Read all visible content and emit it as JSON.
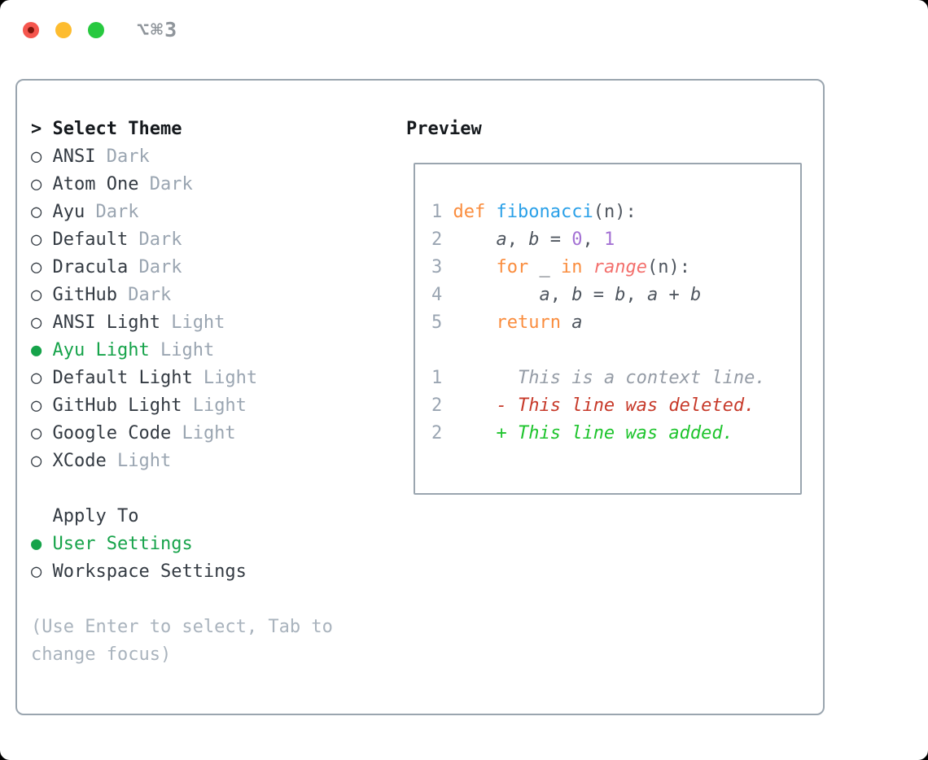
{
  "titlebar": {
    "shortcut": "⌥⌘3"
  },
  "panel": {
    "theme_menu": {
      "header_marker": "> ",
      "header": "Select Theme",
      "radio_glyph": "○ ",
      "radio_selected_glyph": "● ",
      "items": [
        {
          "name": "ANSI",
          "variant": "Dark",
          "selected": false
        },
        {
          "name": "Atom One",
          "variant": "Dark",
          "selected": false
        },
        {
          "name": "Ayu",
          "variant": "Dark",
          "selected": false
        },
        {
          "name": "Default",
          "variant": "Dark",
          "selected": false
        },
        {
          "name": "Dracula",
          "variant": "Dark",
          "selected": false
        },
        {
          "name": "GitHub",
          "variant": "Dark",
          "selected": false
        },
        {
          "name": "ANSI Light",
          "variant": "Light",
          "selected": false
        },
        {
          "name": "Ayu Light",
          "variant": "Light",
          "selected": true
        },
        {
          "name": "Default Light",
          "variant": "Light",
          "selected": false
        },
        {
          "name": "GitHub Light",
          "variant": "Light",
          "selected": false
        },
        {
          "name": "Google Code",
          "variant": "Light",
          "selected": false
        },
        {
          "name": "XCode",
          "variant": "Light",
          "selected": false
        }
      ]
    },
    "apply_to": {
      "header": "Apply To",
      "options": [
        {
          "label": "User Settings",
          "selected": true
        },
        {
          "label": "Workspace Settings",
          "selected": false
        }
      ]
    },
    "hint_lines": [
      "(Use Enter to select, Tab to",
      "change focus)"
    ],
    "preview": {
      "header": "Preview",
      "lines": [
        [
          {
            "t": "1 ",
            "c": "ln"
          },
          {
            "t": "def",
            "c": "kw"
          },
          {
            "t": " ",
            "c": "pl"
          },
          {
            "t": "fibonacci",
            "c": "fn"
          },
          {
            "t": "(n):",
            "c": "pl"
          }
        ],
        [
          {
            "t": "2 ",
            "c": "ln"
          },
          {
            "t": "    ",
            "c": "pl"
          },
          {
            "t": "a",
            "c": "pl",
            "i": true
          },
          {
            "t": ", ",
            "c": "pl"
          },
          {
            "t": "b",
            "c": "pl",
            "i": true
          },
          {
            "t": " = ",
            "c": "pl"
          },
          {
            "t": "0",
            "c": "num"
          },
          {
            "t": ", ",
            "c": "pl"
          },
          {
            "t": "1",
            "c": "num"
          }
        ],
        [
          {
            "t": "3 ",
            "c": "ln"
          },
          {
            "t": "    ",
            "c": "pl"
          },
          {
            "t": "for",
            "c": "kw"
          },
          {
            "t": " _ ",
            "c": "pl"
          },
          {
            "t": "in",
            "c": "kw"
          },
          {
            "t": " ",
            "c": "pl"
          },
          {
            "t": "range",
            "c": "call",
            "i": true
          },
          {
            "t": "(n):",
            "c": "pl"
          }
        ],
        [
          {
            "t": "4 ",
            "c": "ln"
          },
          {
            "t": "        ",
            "c": "pl"
          },
          {
            "t": "a",
            "c": "pl",
            "i": true
          },
          {
            "t": ", ",
            "c": "pl"
          },
          {
            "t": "b",
            "c": "pl",
            "i": true
          },
          {
            "t": " = ",
            "c": "pl"
          },
          {
            "t": "b",
            "c": "pl",
            "i": true
          },
          {
            "t": ", ",
            "c": "pl"
          },
          {
            "t": "a",
            "c": "pl",
            "i": true
          },
          {
            "t": " + ",
            "c": "pl"
          },
          {
            "t": "b",
            "c": "pl",
            "i": true
          }
        ],
        [
          {
            "t": "5 ",
            "c": "ln"
          },
          {
            "t": "    ",
            "c": "pl"
          },
          {
            "t": "return",
            "c": "kw"
          },
          {
            "t": " ",
            "c": "pl"
          },
          {
            "t": "a",
            "c": "pl",
            "i": true
          }
        ],
        [],
        [
          {
            "t": "1",
            "c": "ln"
          },
          {
            "t": "       ",
            "c": "pl"
          },
          {
            "t": "This is a context line.",
            "c": "ctx",
            "i": true
          }
        ],
        [
          {
            "t": "2",
            "c": "ln"
          },
          {
            "t": "     ",
            "c": "pl"
          },
          {
            "t": "- This line was deleted.",
            "c": "del",
            "i": true
          }
        ],
        [
          {
            "t": "2",
            "c": "ln"
          },
          {
            "t": "     ",
            "c": "pl"
          },
          {
            "t": "+ This line was added.",
            "c": "add",
            "i": true
          }
        ]
      ]
    }
  },
  "colors": {
    "ln": "#9aa5b2",
    "kw": "#fa8d3e",
    "fn": "#2aa0e8",
    "pl": "#4f565f",
    "num": "#a472d4",
    "call": "#f3706d",
    "ctx": "#959ca6",
    "del": "#c73a2a",
    "add": "#1ec42d",
    "accent": "#16a34a",
    "muted": "#9aa5b1",
    "hint": "#a9b3bd",
    "border": "#9aa5af",
    "header_text": "#15191d",
    "item_text": "#333a42",
    "traffic_red": "#f5564e",
    "traffic_red_dot": "#7e150b",
    "traffic_yellow": "#fdbc2f",
    "traffic_green": "#27c93f",
    "shortcut": "#8f959b"
  }
}
